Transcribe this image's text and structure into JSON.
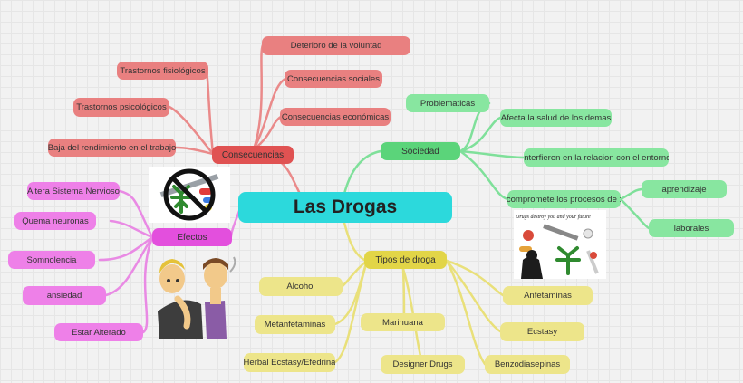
{
  "central": {
    "title": "Las Drogas"
  },
  "colors": {
    "central": "#2cd9dc",
    "consecuencias": "#e05252",
    "sociedad": "#5bd47a",
    "efectos": "#e34fdd",
    "tipos": "#e2d547"
  },
  "consecuencias": {
    "label": "Consecuencias",
    "items": [
      "Deterioro de la voluntad",
      "Consecuencias sociales",
      "Consecuencias económicas",
      "Trastornos fisiológicos",
      "Trastornos psicológicos",
      "Baja del rendimiento en el trabajo"
    ]
  },
  "sociedad": {
    "label": "Sociedad",
    "items": [
      "Problematicas",
      "Afecta la salud de los demas",
      "Interfieren en la relacion con el entorno",
      "compromete los procesos de :"
    ],
    "procesos": [
      "aprendizaje",
      "laborales"
    ]
  },
  "efectos": {
    "label": "Efectos",
    "items": [
      "Altera Sistema Nervioso",
      "Quema neuronas",
      "Somnolencia",
      "ansiedad",
      "Estar Alterado"
    ]
  },
  "tipos": {
    "label": "Tipos de droga",
    "items": [
      "Alcohol",
      "Metanfetaminas",
      "Herbal Ecstasy/Efedrina",
      "Marihuana",
      "Designer Drugs",
      "Anfetaminas",
      "Ecstasy",
      "Benzodiasepinas"
    ]
  },
  "images": {
    "poster_caption": "Drugs destroy you and your future"
  },
  "icons": [
    "no-drugs-icon",
    "drugs-collage-image",
    "cartoon-people-image"
  ]
}
